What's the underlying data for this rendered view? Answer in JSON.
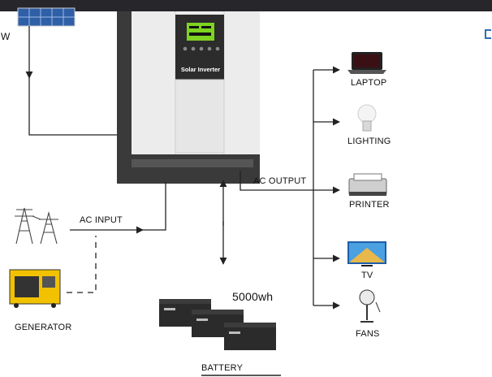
{
  "inverter": {
    "brand_label": "Solar Inverter"
  },
  "solar": {
    "label_fragment": "W"
  },
  "labels": {
    "ac_input": "AC INPUT",
    "ac_output": "AC OUTPUT",
    "generator": "GENERATOR",
    "battery": "BATTERY",
    "battery_capacity": "5000wh"
  },
  "loads": [
    {
      "id": "laptop",
      "label": "LAPTOP",
      "icon": "laptop-icon"
    },
    {
      "id": "lighting",
      "label": "LIGHTING",
      "icon": "light-bulb-icon"
    },
    {
      "id": "printer",
      "label": "PRINTER",
      "icon": "printer-icon"
    },
    {
      "id": "tv",
      "label": "TV",
      "icon": "tv-icon"
    },
    {
      "id": "fans",
      "label": "FANS",
      "icon": "fan-icon"
    }
  ],
  "colors": {
    "topbar": "#26262b",
    "wire": "#222222",
    "inverter_body": "#e9e9e9",
    "inverter_dark": "#3a3a3a",
    "lcd": "#7ed321",
    "battery": "#2b2b2b"
  }
}
